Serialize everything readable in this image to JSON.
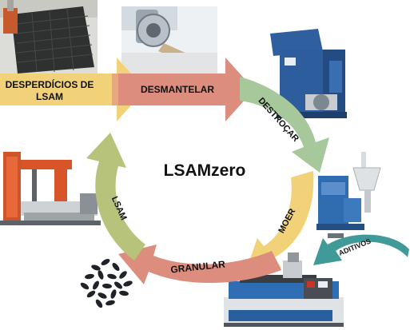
{
  "title": "LSAMzero",
  "stages": [
    {
      "id": "desperdicios",
      "line1": "DESPERDÍCIOS DE",
      "line2": "LSAM"
    },
    {
      "id": "desmantelar",
      "label": "DESMANTELAR"
    },
    {
      "id": "destrocar",
      "label": "DESTROÇAR"
    },
    {
      "id": "moer",
      "label": "MOER"
    },
    {
      "id": "granular",
      "label": "GRANULAR"
    },
    {
      "id": "lsam",
      "label": "LSAM"
    }
  ],
  "inputs": {
    "aditivos": "ADITIVOS"
  },
  "colors": {
    "yellow": "#f2d279",
    "salmon": "#dc8d7d",
    "sage": "#a6c89a",
    "olive": "#b7c27a",
    "teal": "#3f9a98",
    "machine_blue": "#2d5d9c",
    "printer_orange": "#d8552a"
  }
}
